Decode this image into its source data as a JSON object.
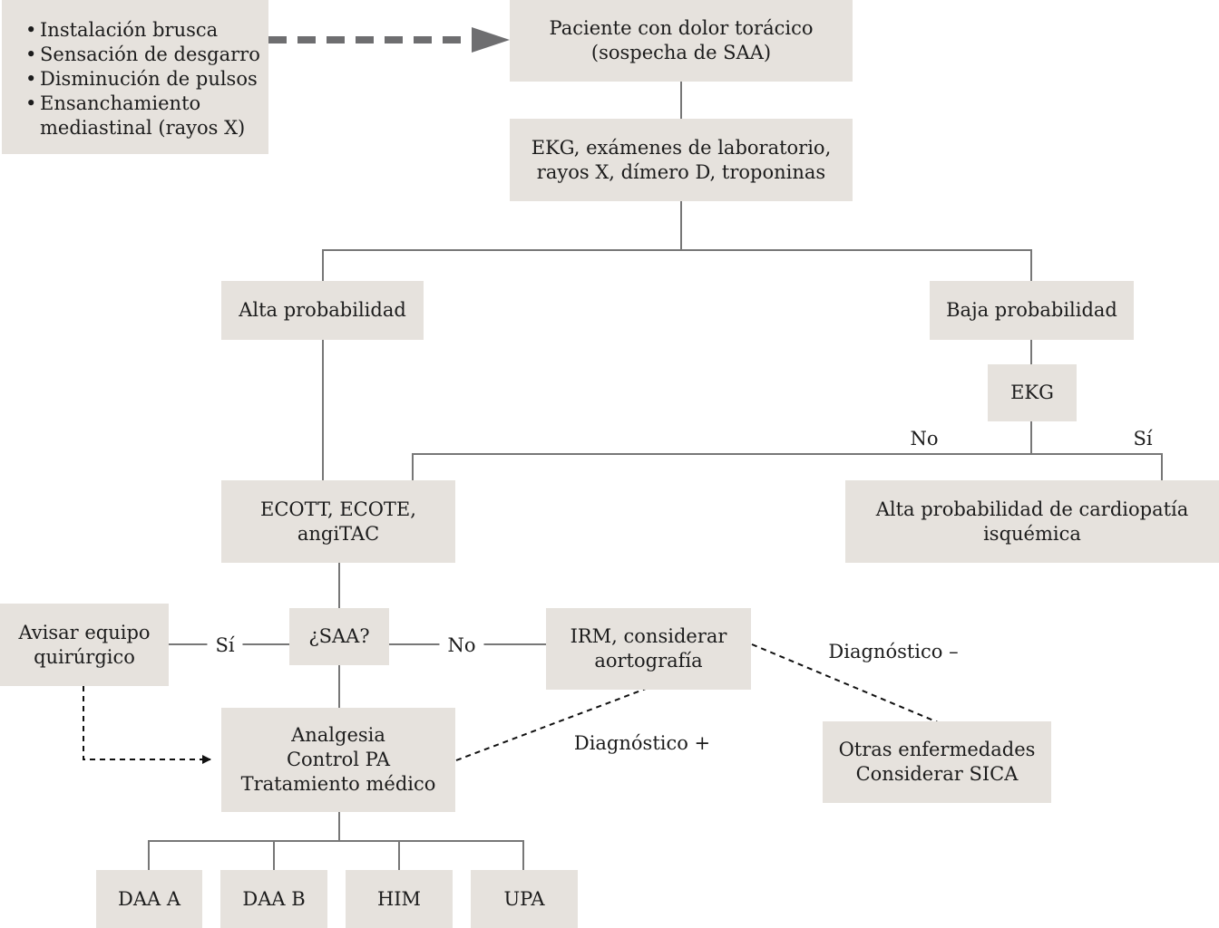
{
  "diagram": {
    "criteria": [
      "Instalación brusca",
      "Sensación de desgarro",
      "Disminución de pulsos",
      "Ensanchamiento",
      "mediastinal (rayos X)"
    ],
    "patient": [
      "Paciente con dolor torácico",
      "(sospecha de SAA)"
    ],
    "tests": [
      "EKG, exámenes de laboratorio,",
      "rayos X, dímero D, troponinas"
    ],
    "high_prob": "Alta probabilidad",
    "low_prob": "Baja probabilidad",
    "ekg": "EKG",
    "imaging": [
      "ECOTT, ECOTE,",
      "angiTAC"
    ],
    "ischemic": [
      "Alta probabilidad de cardiopatía",
      "isquémica"
    ],
    "saa_question": "¿SAA?",
    "surgical": [
      "Avisar equipo",
      "quirúrgico"
    ],
    "mri": [
      "IRM, considerar",
      "aortografía"
    ],
    "treatment": [
      "Analgesia",
      "Control PA",
      "Tratamiento médico"
    ],
    "other": [
      "Otras enfermedades",
      "Considerar SICA"
    ],
    "outcomes": [
      "DAA A",
      "DAA B",
      "HIM",
      "UPA"
    ],
    "labels": {
      "no_ekg": "No",
      "yes_ekg": "Sí",
      "yes_saa": "Sí",
      "no_saa": "No",
      "diag_neg": "Diagnóstico –",
      "diag_pos": "Diagnóstico +"
    }
  }
}
